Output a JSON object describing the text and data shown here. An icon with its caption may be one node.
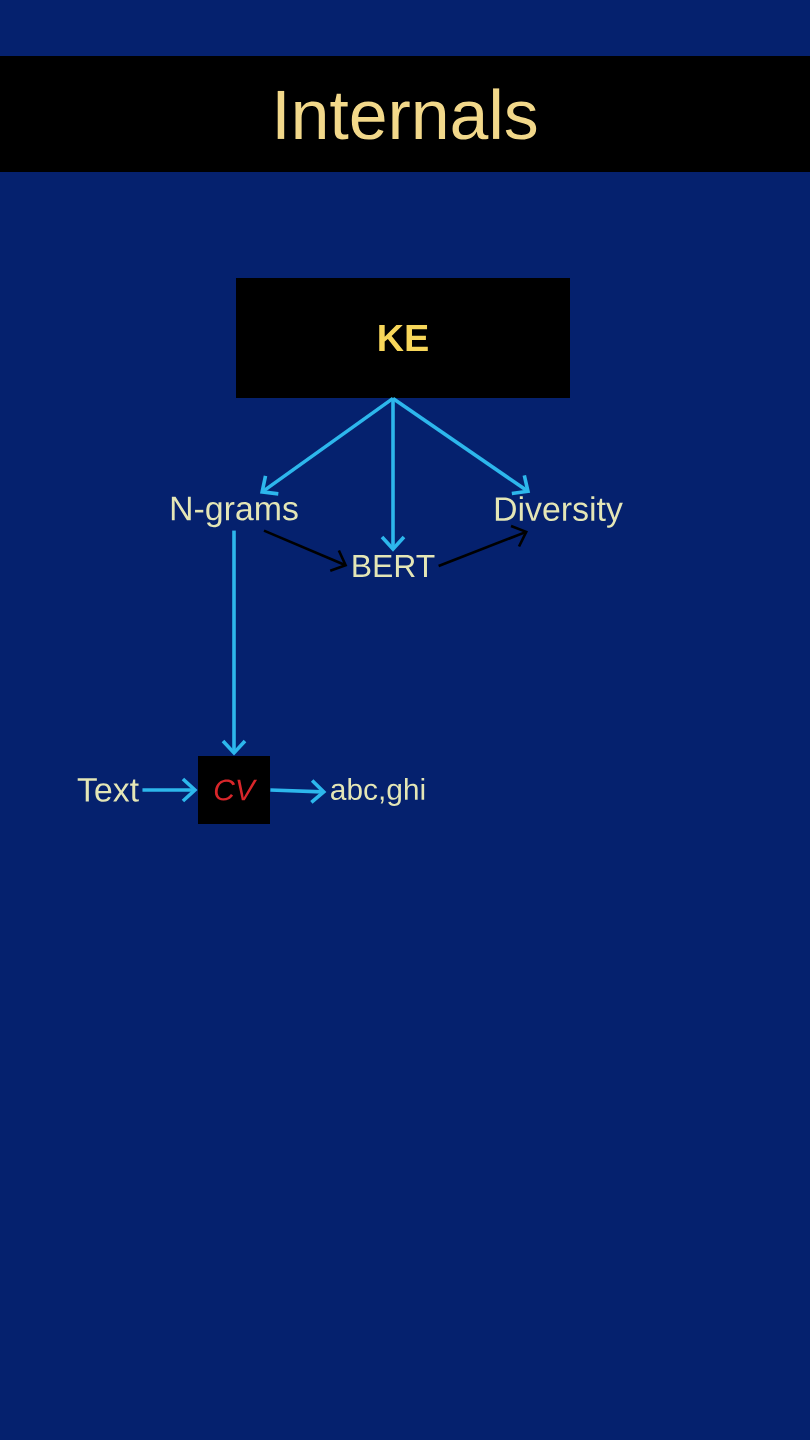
{
  "diagram": {
    "title": "Internals",
    "nodes": [
      {
        "text": [
          "KE"
        ]
      },
      {
        "text": [
          "N-grams"
        ]
      },
      {
        "text": [
          "BERT"
        ]
      },
      {
        "text": [
          "Diversity"
        ]
      },
      {
        "text": [
          "Text"
        ]
      },
      {
        "text": [
          "CV"
        ]
      },
      {
        "text": [
          "abc,ghi"
        ]
      }
    ],
    "edges": [
      {
        "from": 0,
        "to": 1,
        "arrow": "to"
      },
      {
        "from": 0,
        "to": 2,
        "arrow": "to"
      },
      {
        "from": 0,
        "to": 3,
        "arrow": "to"
      },
      {
        "from": 1,
        "to": 2,
        "arrow": "to",
        "color": "#000000"
      },
      {
        "from": 2,
        "to": 3,
        "arrow": "to",
        "color": "#000000"
      },
      {
        "from": 1,
        "to": 5,
        "arrow": "to"
      },
      {
        "from": 4,
        "to": 5,
        "arrow": "to"
      },
      {
        "from": 5,
        "to": 6,
        "arrow": "to"
      }
    ]
  }
}
